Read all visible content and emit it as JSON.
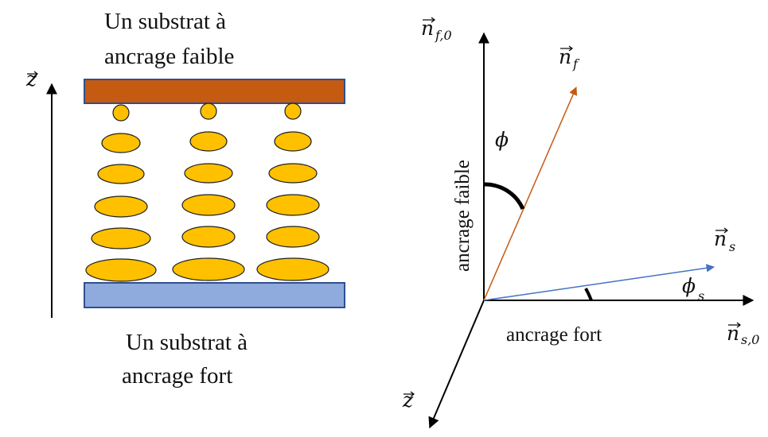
{
  "left_panel": {
    "top_label_line1": "Un substrat à",
    "top_label_line2": "ancrage faible",
    "bottom_label_line1": "Un substrat à",
    "bottom_label_line2": "ancrage fort",
    "axis_label": "z",
    "colors": {
      "top_substrate": "#c55a11",
      "bottom_substrate": "#8faadc",
      "molecule": "#ffc000",
      "outline": "#2f4f8f"
    }
  },
  "right_panel": {
    "vertical_axis_label_base": "n",
    "vertical_axis_label_sub": "f,0",
    "horizontal_axis_label_base": "n",
    "horizontal_axis_label_sub": "s,0",
    "depth_axis_label": "z",
    "nf_label_base": "n",
    "nf_label_sub": "f",
    "ns_label_base": "n",
    "ns_label_sub": "s",
    "phi_label": "ϕ",
    "phi_s_label_base": "ϕ",
    "phi_s_label_sub": "s",
    "weak_anchoring_label": "ancrage faible",
    "strong_anchoring_label": "ancrage fort",
    "colors": {
      "nf_vector": "#c55a11",
      "ns_vector": "#4472c4"
    }
  }
}
